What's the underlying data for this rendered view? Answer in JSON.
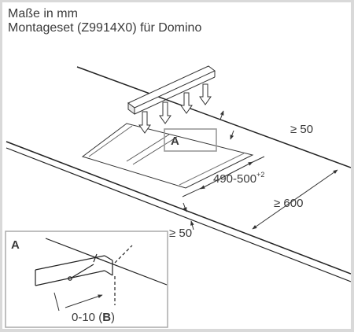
{
  "title": {
    "line1": "Maße in mm",
    "line2": "Montageset (Z9914X0) für Domino"
  },
  "dimensions": {
    "top_margin": "≥ 50",
    "cutout_depth": "490-500",
    "cutout_depth_tolerance": "+2",
    "counter_depth": "≥ 600",
    "front_margin": "≥ 50"
  },
  "callout_main": "A",
  "detail": {
    "label": "A",
    "gap": "0-10 (",
    "gap_ref": "B",
    "gap_close": ")"
  }
}
